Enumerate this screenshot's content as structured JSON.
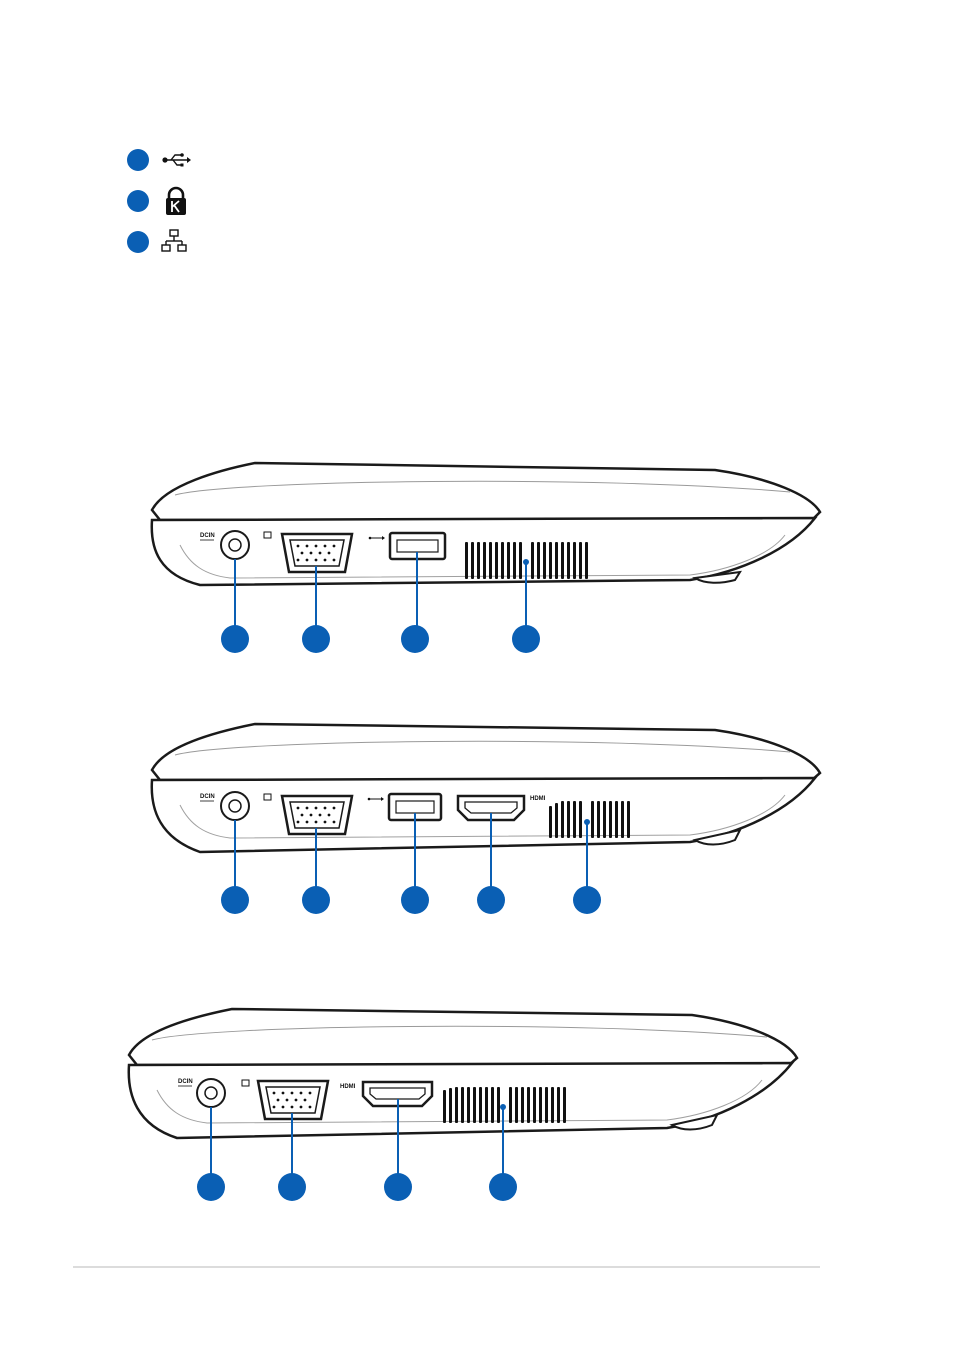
{
  "legend": {
    "items": [
      {
        "icon": "usb-icon"
      },
      {
        "icon": "kensington-lock-icon"
      },
      {
        "icon": "lan-network-icon"
      }
    ]
  },
  "colors": {
    "callout": "#0a5fb4",
    "body_outline": "#1a1a1a",
    "rule": "#dcdcdc"
  },
  "views": [
    {
      "port_labels": {
        "dcin": "DCIN",
        "hdmi": ""
      },
      "callout_count": 4
    },
    {
      "port_labels": {
        "dcin": "DCIN",
        "hdmi": "HDMI"
      },
      "callout_count": 5
    },
    {
      "port_labels": {
        "dcin": "DCIN",
        "hdmi": "HDMI"
      },
      "callout_count": 4
    }
  ]
}
